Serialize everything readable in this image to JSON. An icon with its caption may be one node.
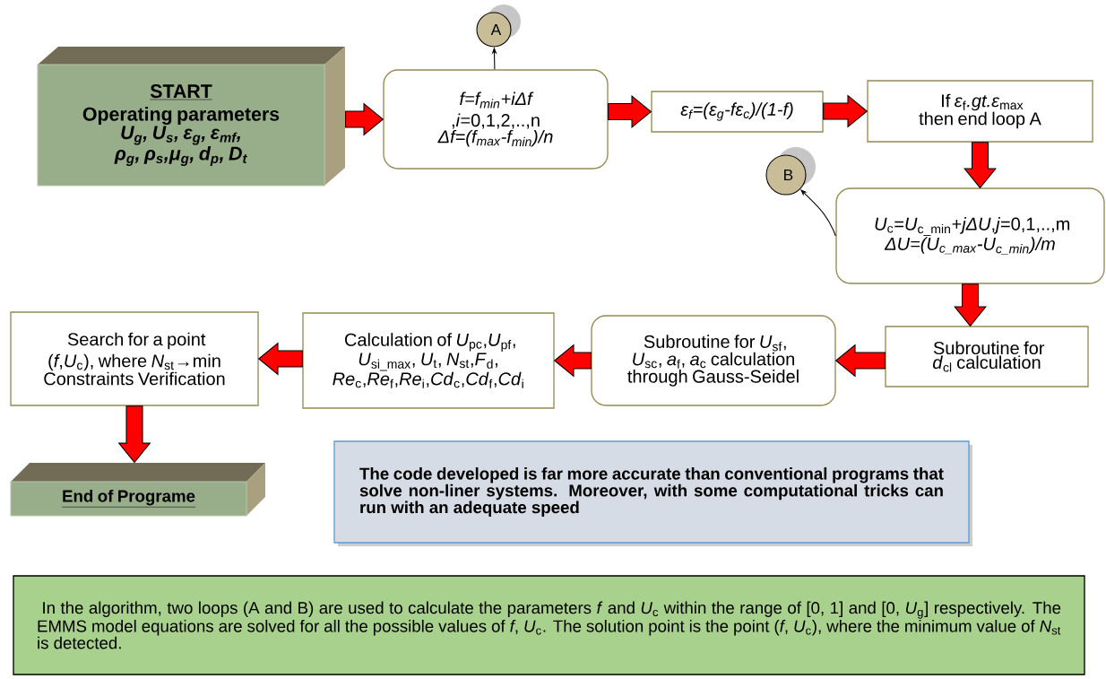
{
  "diagram": {
    "nodes": [
      {
        "text": [
          "START",
          "Operating parameters",
          "U$_{g}$, U$_{s}$, ε$_{g}$, ε$_{mf}$, ρ$_{g}$, ρ$_{s}$,μ$_{g}$, d$_{p}$, D$_{t}$"
        ]
      },
      {
        "text": [
          "f=f$_{min}$+iΔf",
          ",*i*=0,1,2,..,n",
          "Δf=(f$_{max}$-f$_{min}$)/n"
        ]
      },
      {
        "text": [
          "A"
        ]
      },
      {
        "text": [
          "ε$_{f}$=(ε$_{g}$-fε$_{c}$)/(1-f)"
        ]
      },
      {
        "text": [
          "If *ε*$_{f}$*.gt.ε*$_{max}$ then end loop A"
        ]
      },
      {
        "text": [
          "B"
        ]
      },
      {
        "text": [
          "*U*$_{c}$=*U*$_{c_min}$+*jΔU*,*j*=0,1,..,m",
          "ΔU=(U$_{c_max}$-U$_{c_min}$)/m"
        ]
      },
      {
        "text": [
          "Subroutine for *d*$_{cl}$ calculation"
        ]
      },
      {
        "text": [
          "Subroutine for *U*$_{sf}$, *U*$_{sc}$, *a*$_{f}$, *a*$_{c}$ calculation through Gauss-Seidel"
        ]
      },
      {
        "text": [
          "Calculation of *U*$_{pc}$,*U*$_{pf}$, *U*$_{si_max}$, *U*$_{t}$, *N*$_{st}$,*F*$_{d}$, *Re*$_{c}$,*Re*$_{f}$,*Re*$_{i}$,*Cd*$_{c}$,*Cd*$_{f}$,*Cd*$_{i}$"
        ]
      },
      {
        "text": [
          "Search for a point (*f*,*U*$_{c}$), where *N*$_{st}$→min",
          "Constraints Verification"
        ]
      },
      {
        "text": [
          "End of Programe"
        ]
      },
      {
        "text": [
          "The code developed is far more accurate than conventional programs that solve non-liner systems. Moreover, with some computational tricks can run with an adequate speed"
        ]
      },
      {
        "text": [
          "In the algorithm, two loops (A and B) are used to calculate the parameters *f* and *U*$_{c}$ within the range of [0, 1] and [0, *U*$_{g}$] respectively. The EMMS model equations are solved for all the possible values of *f*, *U*$_{c}$. The solution point is the point (*f*, *U*$_{c}$), where the minimum value of *N*$_{st}$ is detected."
        ]
      }
    ],
    "edges": [
      {
        "from": 0,
        "to": 1,
        "arrow": "to"
      },
      {
        "from": 1,
        "to": 2,
        "arrow": "to",
        "color": "#000000"
      },
      {
        "from": 1,
        "to": 3,
        "arrow": "to"
      },
      {
        "from": 3,
        "to": 4,
        "arrow": "to"
      },
      {
        "from": 4,
        "to": 6,
        "arrow": "to"
      },
      {
        "from": 6,
        "to": 5,
        "arrow": "to",
        "color": "#000000"
      },
      {
        "from": 6,
        "to": 7,
        "arrow": "to"
      },
      {
        "from": 7,
        "to": 8,
        "arrow": "to"
      },
      {
        "from": 8,
        "to": 9,
        "arrow": "to"
      },
      {
        "from": 9,
        "to": 10,
        "arrow": "to"
      },
      {
        "from": 10,
        "to": 11,
        "arrow": "to"
      }
    ]
  }
}
